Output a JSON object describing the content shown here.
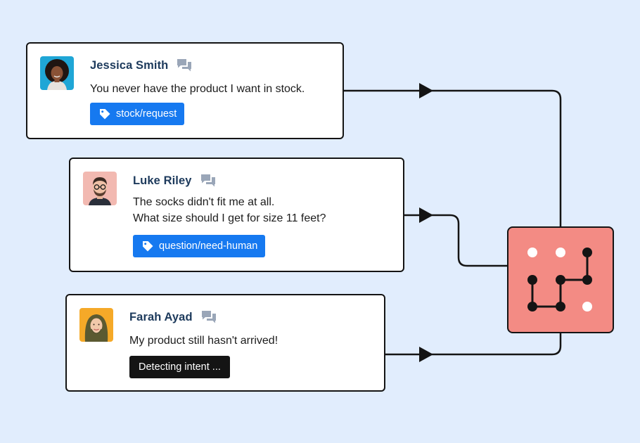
{
  "colors": {
    "background": "#e1edfd",
    "card": "#ffffff",
    "outline": "#141414",
    "name": "#1d3a5c",
    "tag_blue": "#1679f0",
    "tag_dark": "#141414",
    "router": "#f38b84",
    "chat_icon": "#9aa6b8"
  },
  "messages": [
    {
      "name": "Jessica Smith",
      "lines": [
        "You never have the product I want in stock."
      ],
      "tag": "stock/request",
      "tag_icon": "tag-icon"
    },
    {
      "name": "Luke Riley",
      "lines": [
        "The socks didn't fit me at all.",
        "What size should I get for size 11 feet?"
      ],
      "tag": "question/need-human",
      "tag_icon": "tag-icon"
    },
    {
      "name": "Farah Ayad",
      "lines": [
        "My product still hasn't arrived!"
      ],
      "tag": "Detecting intent ..."
    }
  ],
  "router": {
    "icon": "node-grid-icon"
  }
}
